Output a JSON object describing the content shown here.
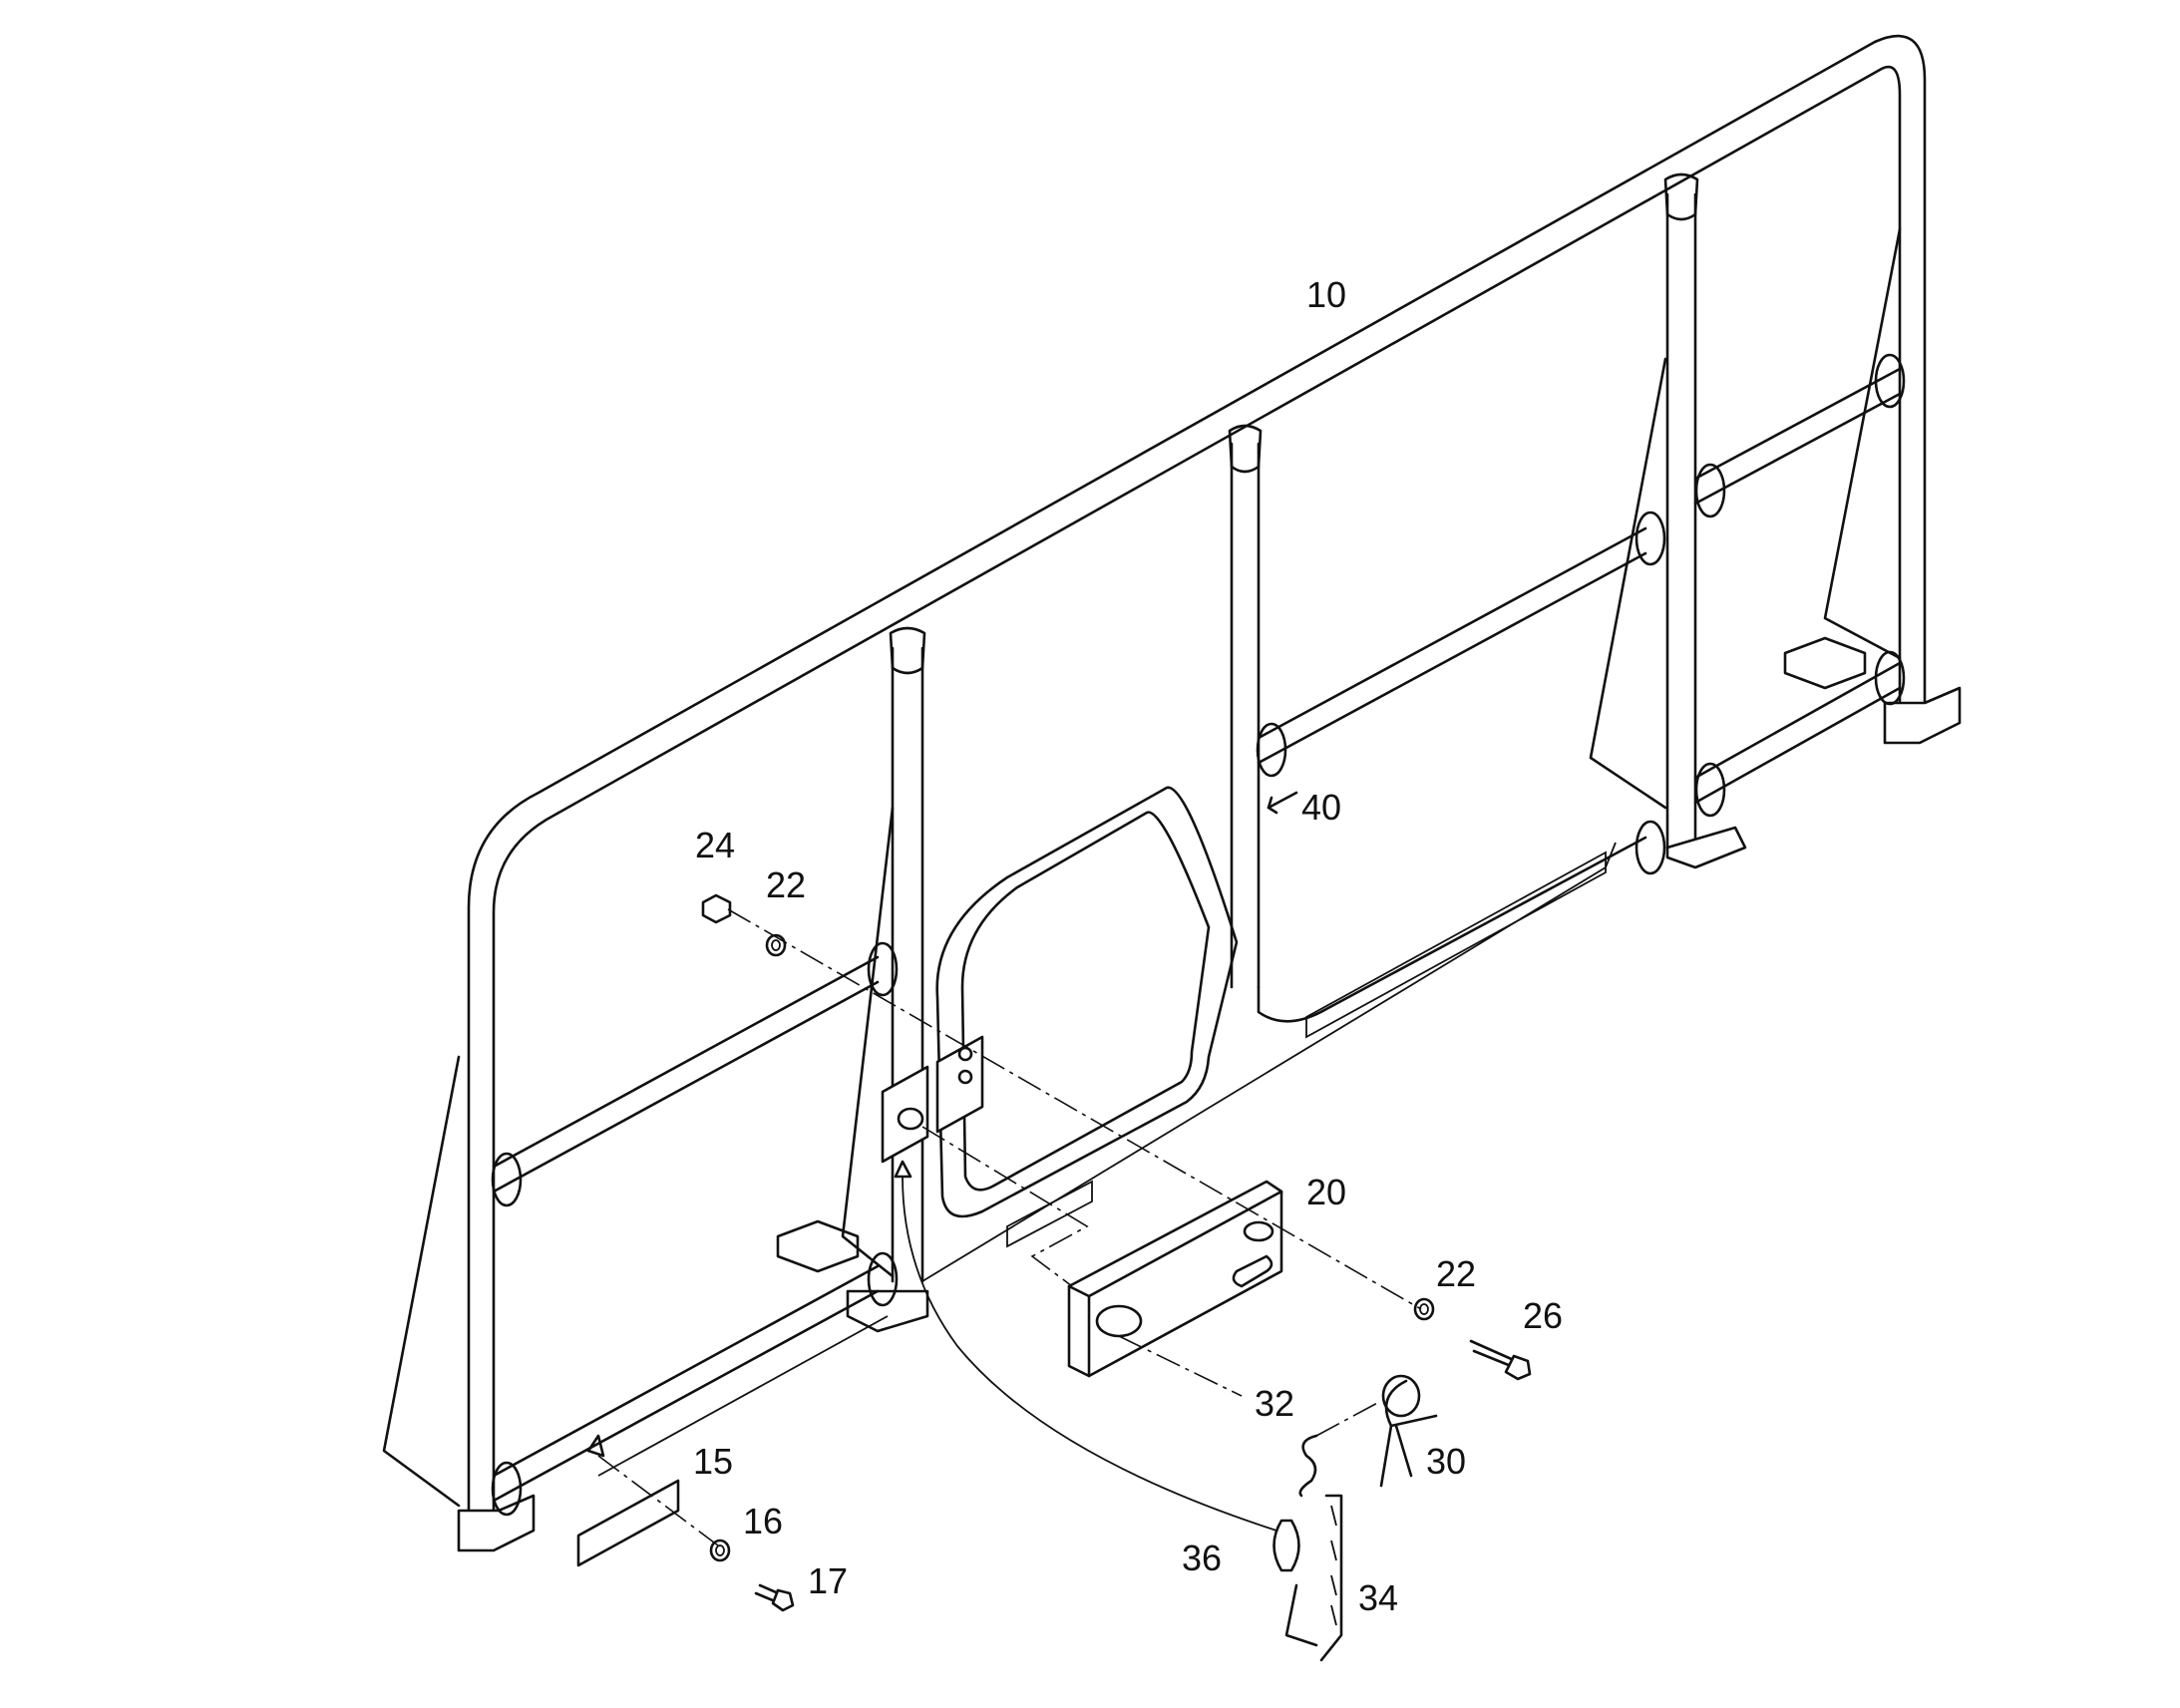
{
  "callouts": [
    {
      "id": "c10",
      "text": "10"
    },
    {
      "id": "c40",
      "text": "40"
    },
    {
      "id": "c24",
      "text": "24"
    },
    {
      "id": "c22a",
      "text": "22"
    },
    {
      "id": "c20",
      "text": "20"
    },
    {
      "id": "c22b",
      "text": "22"
    },
    {
      "id": "c26",
      "text": "26"
    },
    {
      "id": "c32",
      "text": "32"
    },
    {
      "id": "c30",
      "text": "30"
    },
    {
      "id": "c15",
      "text": "15"
    },
    {
      "id": "c16",
      "text": "16"
    },
    {
      "id": "c17",
      "text": "17"
    },
    {
      "id": "c36",
      "text": "36"
    },
    {
      "id": "c34",
      "text": "34"
    }
  ],
  "colors": {
    "line": "#111111",
    "background": "#ffffff"
  }
}
